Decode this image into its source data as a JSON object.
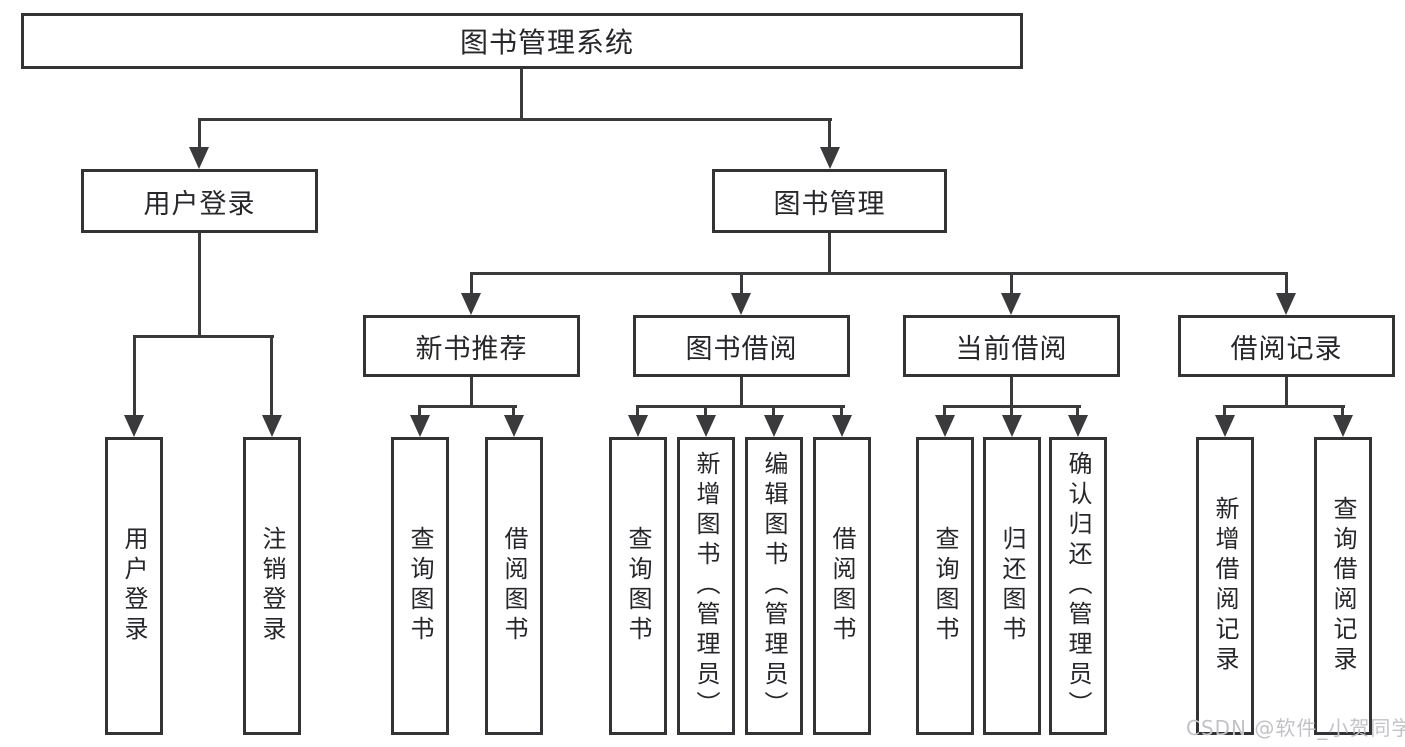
{
  "diagram_title": "图书管理系统",
  "tree": {
    "root": {
      "label": "图书管理系统"
    },
    "branches": [
      {
        "label": "用户登录",
        "children": [
          {
            "label": "用户登录"
          },
          {
            "label": "注销登录"
          }
        ]
      },
      {
        "label": "图书管理",
        "children": [
          {
            "label": "新书推荐",
            "children": [
              {
                "label": "查询图书"
              },
              {
                "label": "借阅图书"
              }
            ]
          },
          {
            "label": "图书借阅",
            "children": [
              {
                "label": "查询图书"
              },
              {
                "label": "新增图书（管理员）"
              },
              {
                "label": "编辑图书（管理员）"
              },
              {
                "label": "借阅图书"
              }
            ]
          },
          {
            "label": "当前借阅",
            "children": [
              {
                "label": "查询图书"
              },
              {
                "label": "归还图书"
              },
              {
                "label": "确认归还（管理员）"
              }
            ]
          },
          {
            "label": "借阅记录",
            "children": [
              {
                "label": "新增借阅记录"
              },
              {
                "label": "查询借阅记录"
              }
            ]
          }
        ]
      }
    ]
  },
  "watermark": {
    "text": "CSDN @软件_小贺同学"
  },
  "colors": {
    "line": "#3a3a3d",
    "box_border": "#333336",
    "text": "#26262b",
    "background": "#ffffff",
    "watermark": "#c3c3c7"
  }
}
